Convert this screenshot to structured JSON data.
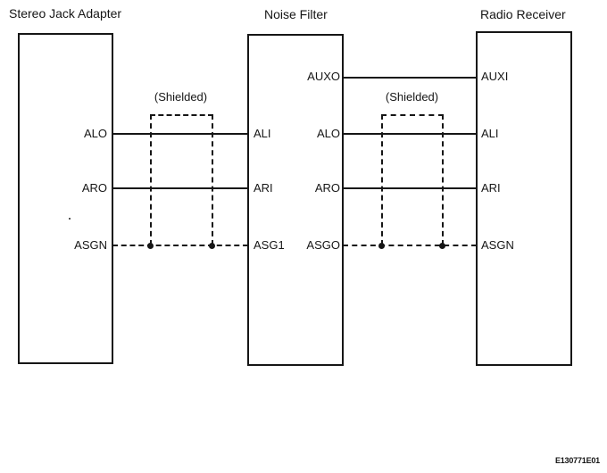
{
  "colors": {
    "line": "#161616",
    "background": "#ffffff"
  },
  "titles": {
    "stereo_jack_adapter": "Stereo Jack Adapter",
    "noise_filter": "Noise Filter",
    "radio_receiver": "Radio Receiver"
  },
  "shield": {
    "left_label": "(Shielded)",
    "right_label": "(Shielded)"
  },
  "pins": {
    "stereo_jack_adapter": {
      "alo": "ALO",
      "aro": "ARO",
      "asgn": "ASGN"
    },
    "noise_filter_left": {
      "ali": "ALI",
      "ari": "ARI",
      "asg1": "ASG1"
    },
    "noise_filter_right": {
      "auxo": "AUXO",
      "alo": "ALO",
      "aro": "ARO",
      "asgo": "ASGO"
    },
    "radio_receiver": {
      "auxi": "AUXI",
      "ali": "ALI",
      "ari": "ARI",
      "asgn": "ASGN"
    }
  },
  "connections": [
    {
      "from": "Noise Filter:AUXO",
      "to": "Radio Receiver:AUXI",
      "style": "solid",
      "shielded": false
    },
    {
      "from": "Stereo Jack Adapter:ALO",
      "to": "Noise Filter:ALI",
      "style": "solid",
      "shielded": true
    },
    {
      "from": "Stereo Jack Adapter:ARO",
      "to": "Noise Filter:ARI",
      "style": "solid",
      "shielded": true
    },
    {
      "from": "Stereo Jack Adapter:ASGN",
      "to": "Noise Filter:ASG1",
      "style": "dashed",
      "shielded": false
    },
    {
      "from": "Noise Filter:ALO",
      "to": "Radio Receiver:ALI",
      "style": "solid",
      "shielded": true
    },
    {
      "from": "Noise Filter:ARO",
      "to": "Radio Receiver:ARI",
      "style": "solid",
      "shielded": true
    },
    {
      "from": "Noise Filter:ASGO",
      "to": "Radio Receiver:ASGN",
      "style": "dashed",
      "shielded": false
    }
  ],
  "figure_code": "E130771E01"
}
